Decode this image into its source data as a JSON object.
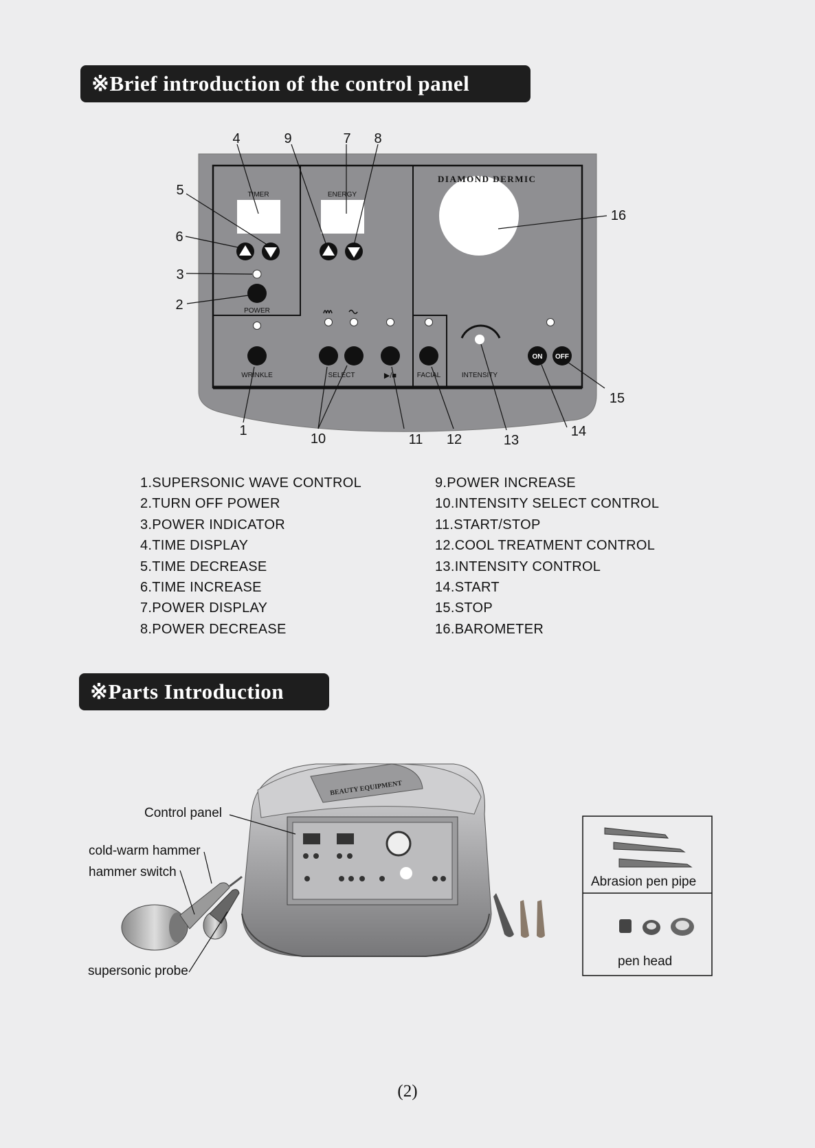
{
  "headings": {
    "control_panel": "※Brief introduction of the control panel",
    "parts": "※Parts Introduction"
  },
  "panel": {
    "brand": "DIAMOND DERMIC",
    "labels": {
      "timer": "TIMER",
      "energy": "ENERGY",
      "power": "POWER",
      "wrinkle": "WRINKLE",
      "select": "SELECT",
      "start_stop": "▶/■",
      "facial": "FACIAL",
      "intensity": "INTENSITY",
      "on": "ON",
      "off": "OFF"
    },
    "callouts": [
      "1",
      "2",
      "3",
      "4",
      "5",
      "6",
      "7",
      "8",
      "9",
      "10",
      "11",
      "12",
      "13",
      "14",
      "15",
      "16"
    ]
  },
  "legend_left": [
    "1.SUPERSONIC  WAVE  CONTROL",
    "2.TURN OFF POWER",
    "3.POWER  INDICATOR",
    "4.TIME  DISPLAY",
    "5.TIME  DECREASE",
    "6.TIME  INCREASE",
    "7.POWER  DISPLAY",
    "8.POWER  DECREASE"
  ],
  "legend_right": [
    "9.POWER  INCREASE",
    "10.INTENSITY SELECT CONTROL",
    "11.START/STOP",
    "12.COOL  TREATMENT  CONTROL",
    "13.INTENSITY CONTROL",
    "14.START",
    "15.STOP",
    "16.BAROMETER"
  ],
  "parts": {
    "control_panel": "Control panel",
    "cold_warm_hammer": "cold-warm hammer",
    "hammer_switch": "hammer switch",
    "supersonic_probe": "supersonic probe",
    "abrasion_pen_pipe": "Abrasion pen pipe",
    "pen_head": "pen head",
    "machine_badge": "BEAUTY EQUIPMENT"
  },
  "page_number": "(2)"
}
